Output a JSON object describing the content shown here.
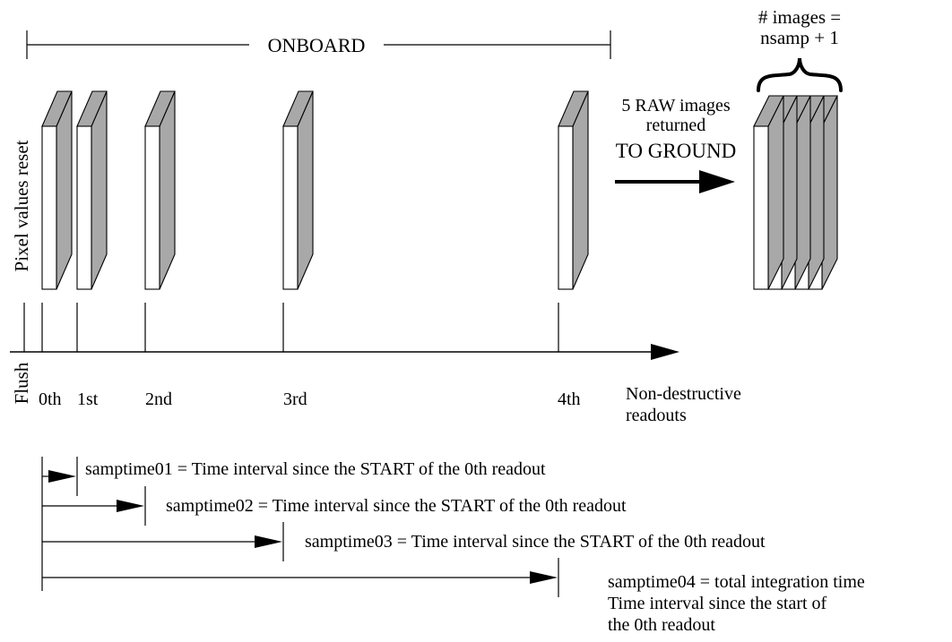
{
  "onboard_label": "ONBOARD",
  "side_label": "Pixel values reset",
  "flush_label": "Flush",
  "images_count_label": [
    "# images =",
    "nsamp + 1"
  ],
  "returned_label": [
    "5 RAW images",
    "returned",
    "TO GROUND"
  ],
  "readouts": [
    {
      "label": "0th"
    },
    {
      "label": "1st"
    },
    {
      "label": "2nd"
    },
    {
      "label": "3rd"
    },
    {
      "label": "4th"
    }
  ],
  "axis_caption": [
    "Non-destructive",
    "readouts"
  ],
  "intervals": [
    {
      "name": "samptime01",
      "lines": [
        "samptime01 = Time interval since the START of the 0th readout"
      ]
    },
    {
      "name": "samptime02",
      "lines": [
        "samptime02 = Time interval since the START of the 0th readout"
      ]
    },
    {
      "name": "samptime03",
      "lines": [
        "samptime03 = Time interval since the START of the 0th readout"
      ]
    },
    {
      "name": "samptime04",
      "lines": [
        "samptime04 = total integration time",
        "Time interval since the start of",
        "the 0th readout"
      ]
    }
  ],
  "colors": {
    "plate_front": "#ffffff",
    "plate_edge": "#a8a8a8",
    "line": "#000000"
  }
}
